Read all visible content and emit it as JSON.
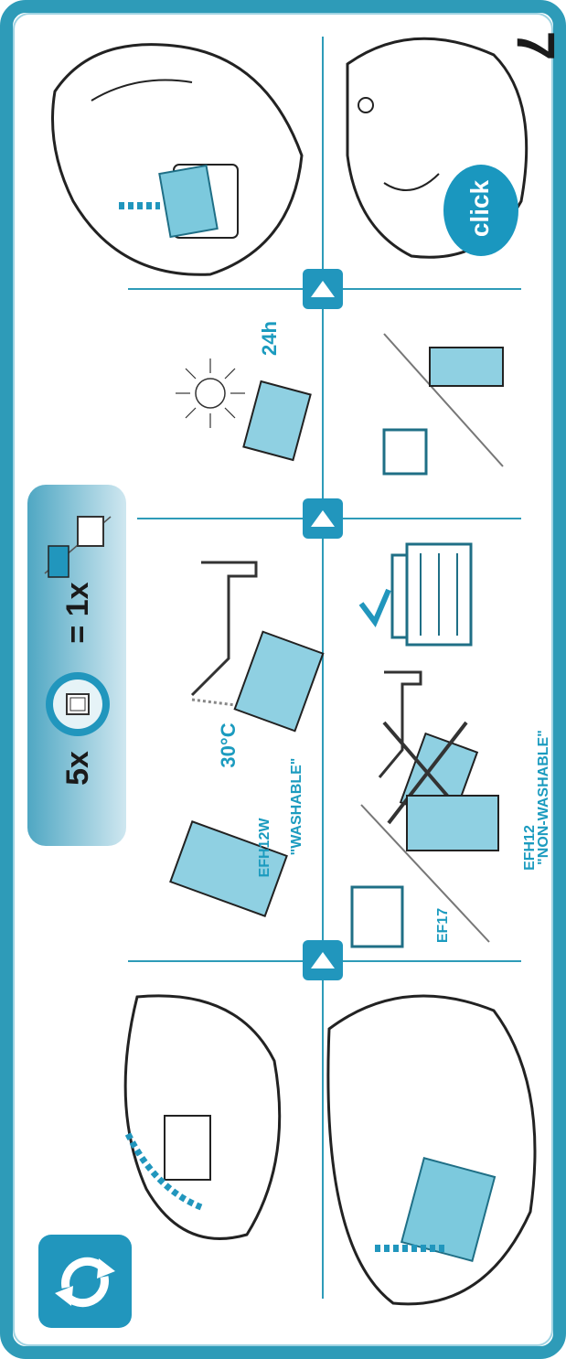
{
  "step_number": "7",
  "summary": {
    "count_left": "5x",
    "equals": "= 1x"
  },
  "labels": {
    "temperature": "30°C",
    "dry_time": "24h",
    "click": "click",
    "washable_model": "EFH12W",
    "washable_text": "\"WASHABLE\"",
    "nonwashable_model": "EFH12",
    "nonwashable_text": "\"NON-WASHABLE\"",
    "ef17": "EF17"
  },
  "colors": {
    "accent": "#2e9bb8",
    "button": "#2196bd",
    "text_dark": "#1a1a1a"
  }
}
